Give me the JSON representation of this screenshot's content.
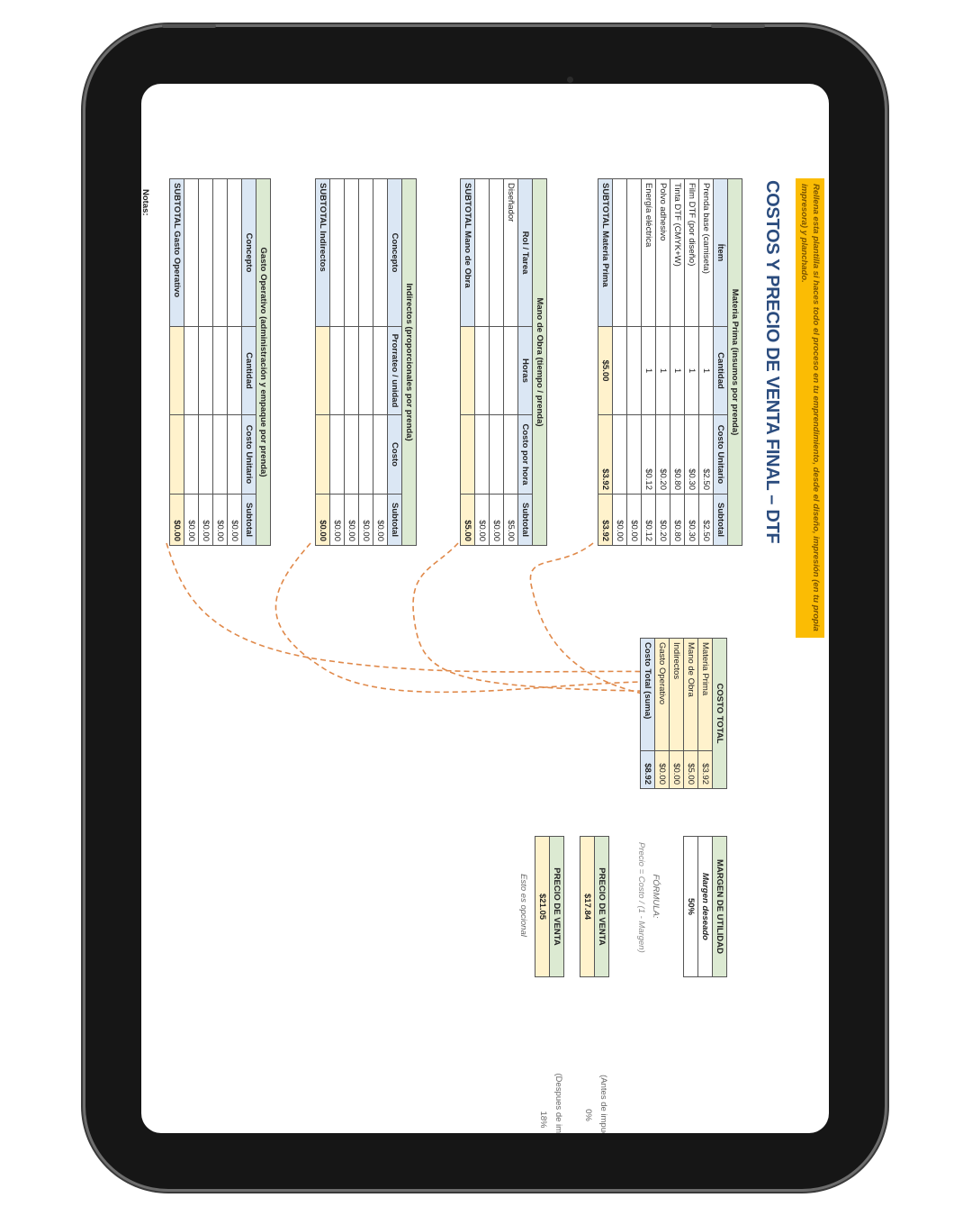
{
  "banner": "Rellena esta plantilla si haces todo el proceso en tu emprendimiento, desde el diseño, impresión (en tu propia impresora) y planchado.",
  "title": "COSTOS Y PRECIO DE VENTA FINAL – DTF",
  "tables": {
    "materia": {
      "title": "Materia Prima (insumos por prenda)",
      "headers": [
        "Ítem",
        "Cantidad",
        "Costo Unitario",
        "Subtotal"
      ],
      "rows": [
        [
          "Prenda base (camiseta)",
          "1",
          "$2.50",
          "$2.50"
        ],
        [
          "Film DTF (por diseño)",
          "1",
          "$0.30",
          "$0.30"
        ],
        [
          "Tinta DTF (CMYK+W)",
          "1",
          "$0.80",
          "$0.80"
        ],
        [
          "Polvo adhesivo",
          "1",
          "$0.20",
          "$0.20"
        ],
        [
          "Energía eléctrica",
          "1",
          "$0.12",
          "$0.12"
        ],
        [
          "",
          "",
          "",
          "$0.00"
        ],
        [
          "",
          "",
          "",
          "$0.00"
        ]
      ],
      "subtotal": [
        "SUBTOTAL Materia Prima",
        "$5.00",
        "$3.92",
        "$3.92"
      ]
    },
    "mano": {
      "title": "Mano de Obra (tiempo / prenda)",
      "headers": [
        "Rol / Tarea",
        "Horas",
        "Costo por hora",
        "Subtotal"
      ],
      "rows": [
        [
          "Diseñador",
          "",
          "",
          "$5.00"
        ],
        [
          "",
          "",
          "",
          "$0.00"
        ],
        [
          "",
          "",
          "",
          "$0.00"
        ]
      ],
      "subtotal": [
        "SUBTOTAL Mano de Obra",
        "",
        "",
        "$5.00"
      ]
    },
    "indirectos": {
      "title": "Indirectos (proporcionales por prenda)",
      "headers": [
        "Concepto",
        "Prorrateo / unidad",
        "Costo",
        "Subtotal"
      ],
      "rows": [
        [
          "",
          "",
          "",
          "$0.00"
        ],
        [
          "",
          "",
          "",
          "$0.00"
        ],
        [
          "",
          "",
          "",
          "$0.00"
        ],
        [
          "",
          "",
          "",
          "$0.00"
        ]
      ],
      "subtotal": [
        "SUBTOTAL Indirectos",
        "",
        "",
        "$0.00"
      ]
    },
    "gasto": {
      "title": "Gasto Operativo (administración y empaque por prenda)",
      "headers": [
        "Concepto",
        "Cantidad",
        "Costo Unitario",
        "Subtotal"
      ],
      "rows": [
        [
          "",
          "",
          "",
          "$0.00"
        ],
        [
          "",
          "",
          "",
          "$0.00"
        ],
        [
          "",
          "",
          "",
          "$0.00"
        ],
        [
          "",
          "",
          "",
          "$0.00"
        ]
      ],
      "subtotal": [
        "SUBTOTAL Gasto Operativo",
        "",
        "",
        "$0.00"
      ]
    }
  },
  "notes_label": "Notas:",
  "costo_total": {
    "title": "COSTO TOTAL",
    "rows": [
      [
        "Materia Prima",
        "$3.92"
      ],
      [
        "Mano de Obra",
        "$5.00"
      ],
      [
        "Indirectos",
        "$0.00"
      ],
      [
        "Gasto Operativo",
        "$0.00"
      ]
    ],
    "total": [
      "Costo Total (suma)",
      "$8.92"
    ]
  },
  "margen": {
    "title": "MARGEN DE UTILIDAD",
    "label": "Margen deseado",
    "value": "50%"
  },
  "formula": {
    "label": "FÓRMULA:",
    "text": "Precio = Costo / (1 - Margen)"
  },
  "precio1": {
    "title": "PRECIO DE VENTA",
    "value": "$17.84",
    "note": "(Antes de impuestos)",
    "tax": "0%"
  },
  "precio2": {
    "title": "PRECIO DE VENTA",
    "value": "$21.05",
    "note": "(Despues de impuestos)",
    "tax": "18%",
    "optional": "Esto es opcional"
  },
  "colors": {
    "banner": "#fbbc04",
    "header_green": "#dcead2",
    "header_blue": "#dbe7f4",
    "highlight_yellow": "#fff2cc",
    "title": "#2b4c7e",
    "connector": "#e0894a"
  }
}
